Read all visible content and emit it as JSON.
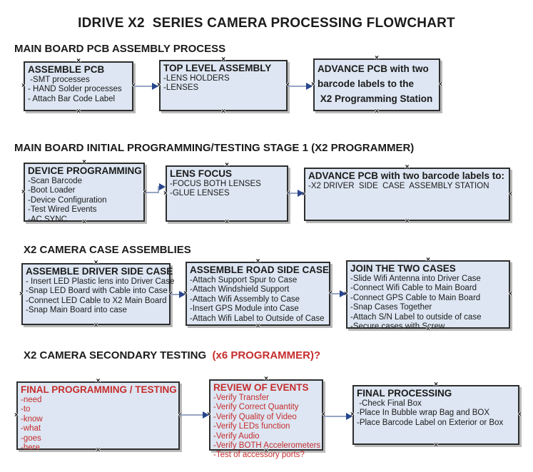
{
  "title": "IDRIVE X2  SERIES CAMERA PROCESSING FLOWCHART",
  "colors": {
    "box_fill": "#dde6f2",
    "box_border": "#2e2e2e",
    "connector_line": "#96a5c3",
    "connector_arrowhead": "#28468c",
    "red_text": "#c62d2d",
    "black_text": "#1b1b1b"
  },
  "sections": [
    {
      "heading": "MAIN BOARD PCB ASSEMBLY PROCESS",
      "boxes": [
        {
          "title": "ASSEMBLE PCB",
          "items": [
            " -SMT processes",
            "- HAND Solder processes",
            "- Attach Bar Code Label"
          ]
        },
        {
          "title": "TOP LEVEL ASSEMBLY",
          "items": [
            "-LENS HOLDERS",
            "-LENSES"
          ]
        },
        {
          "title": "ADVANCE PCB with two",
          "items": [
            "barcode labels to the",
            " X2 Programming Station"
          ]
        }
      ]
    },
    {
      "heading": "MAIN BOARD INITIAL PROGRAMMING/TESTING STAGE 1 (X2 PROGRAMMER)",
      "boxes": [
        {
          "title": "DEVICE PROGRAMMING",
          "items": [
            "-Scan Barcode",
            "-Boot Loader",
            "-Device Configuration",
            "-Test Wired Events",
            "-AC SYNC"
          ]
        },
        {
          "title": "LENS FOCUS",
          "items": [
            "-FOCUS BOTH LENSES",
            "-GLUE LENSES"
          ]
        },
        {
          "title": "ADVANCE PCB with two barcode labels to:",
          "items": [
            "-X2 DRIVER  SIDE  CASE  ASSEMBLY STATION"
          ]
        }
      ]
    },
    {
      "heading": "X2 CAMERA CASE ASSEMBLIES",
      "boxes": [
        {
          "title": "ASSEMBLE DRIVER SIDE CASE",
          "items": [
            "- Insert LED Plastic lens into Driver Case",
            "-Snap LED Board with Cable into Case",
            "-Connect LED Cable to X2 Main Board",
            "-Snap Main Board into case"
          ]
        },
        {
          "title": "ASSEMBLE ROAD SIDE CASE",
          "items": [
            "-Attach Support Spur to Case",
            "-Attach Windshield Support",
            "-Attach Wifi Assembly to Case",
            "-Insert GPS Module into Case",
            "-Attach Wifi Label to Outside of Case"
          ]
        },
        {
          "title": "JOIN THE TWO CASES",
          "items": [
            "-Slide Wifi Antenna into Driver Case",
            "-Connect Wifi Cable to Main Board",
            "-Connect GPS Cable to Main Board",
            "-Snap Cases Together",
            "-Attach S/N Label to outside of case",
            "-Secure cases with Screw"
          ]
        }
      ]
    },
    {
      "heading": "X2 CAMERA SECONDARY TESTING  ",
      "heading_red": "(x6 PROGRAMMER)?",
      "boxes": [
        {
          "title": "FINAL PROGRAMMING / TESTING",
          "items": [
            "-need",
            "-to",
            "-know",
            "-what",
            "-goes",
            "-here"
          ]
        },
        {
          "title": "REVIEW OF EVENTS",
          "items": [
            "-Verify Transfer",
            "-Verify Correct Quantity",
            "-Verify Quality of Video",
            "-Verify LEDs function",
            "-Verify Audio",
            "-Verify BOTH Accelerometers",
            "-Test of accessory ports?"
          ]
        },
        {
          "title": "FINAL PROCESSING",
          "items": [
            " -Check Final Box",
            "-Place In Bubble wrap Bag and BOX",
            "-Place Barcode Label on Exterior or Box"
          ]
        }
      ]
    }
  ]
}
